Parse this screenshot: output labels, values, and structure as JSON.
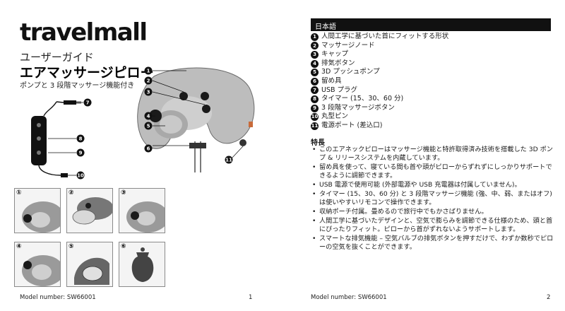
{
  "left_page": {
    "logo": "travelmall",
    "guide_label": "ユーザーガイド",
    "product_title": "エアマッサージピロー",
    "subtitle": "ポンプと 3 段階マッサージ機能付き",
    "callouts": [
      "1",
      "2",
      "3",
      "4",
      "5",
      "6",
      "7",
      "8",
      "9",
      "10",
      "11"
    ],
    "step_labels": [
      "①",
      "②",
      "③",
      "④",
      "⑤",
      "⑥"
    ],
    "footer": {
      "model": "Model number: SW66001",
      "page": "1"
    }
  },
  "right_page": {
    "language": "日本語",
    "parts": [
      {
        "num": "1",
        "label": "人間工学に基づいた首にフィットする形状"
      },
      {
        "num": "2",
        "label": "マッサージノード"
      },
      {
        "num": "3",
        "label": "キャップ"
      },
      {
        "num": "4",
        "label": "排気ボタン"
      },
      {
        "num": "5",
        "label": "3D プッシュポンプ"
      },
      {
        "num": "6",
        "label": "留め具"
      },
      {
        "num": "7",
        "label": "USB プラグ"
      },
      {
        "num": "8",
        "label": "タイマー (15、30、60 分)"
      },
      {
        "num": "9",
        "label": "3 段階マッサージボタン"
      },
      {
        "num": "10",
        "label": "丸型ピン"
      },
      {
        "num": "11",
        "label": "電源ポート (差込口)"
      }
    ],
    "features_heading": "特長",
    "features": [
      "このエアネックピローはマッサージ機能と特許取得済み技術を搭載した 3D ポンプ & リリースシステムを内蔵しています。",
      "留め具を使って、寝ている間も首や頭がピローからずれずにしっかりサポートできるように調節できます。",
      "USB 電源で使用可能 (外部電源や USB 充電器は付属していません)。",
      "タイマー (15、30、60 分) と 3 段階マッサージ機能 (強、中、弱、またはオフ) は使いやすいリモコンで操作できます。",
      "収納ポーチ付属。畳めるので旅行中でもかさばりません。",
      "人間工学に基づいたデザインと、空気で膨らみを調節できる仕様のため、頭と首にぴったりフィット。ピローから首がずれないようサポートします。",
      "スマートな排気機能 – 空気バルブの排気ボタンを押すだけで、わずか数秒でピローの空気を抜くことができます。"
    ],
    "footer": {
      "model": "Model number: SW66001",
      "page": "2"
    }
  },
  "colors": {
    "pillow": "#b9b9b9",
    "pillow_dark": "#8e8e8e",
    "node": "#1a1a1a",
    "bar": "#111111"
  }
}
